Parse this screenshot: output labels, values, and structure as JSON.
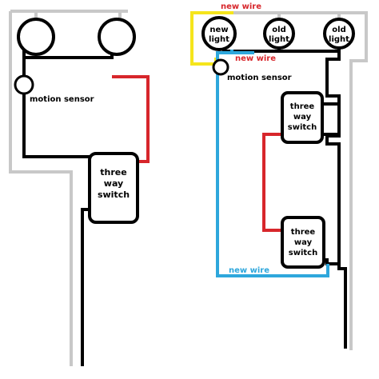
{
  "colors": {
    "black_wire": "#000000",
    "red_wire": "#d7262b",
    "white_wire": "#c8c8c8",
    "yellow_wire": "#f5e51c",
    "blue_wire": "#2ea7dc"
  },
  "left_diagram": {
    "motion_sensor_label": "motion sensor",
    "switch_label": [
      "three",
      "way",
      "switch"
    ]
  },
  "right_diagram": {
    "new_wire_top_label": "new wire",
    "new_wire_side_label": "new wire",
    "new_wire_bottom_label": "new wire",
    "new_light_label": [
      "new",
      "light"
    ],
    "old_light_1_label": [
      "old",
      "light"
    ],
    "old_light_2_label": [
      "old",
      "light"
    ],
    "motion_sensor_label": "motion sensor",
    "switch_upper_label": [
      "three",
      "way",
      "switch"
    ],
    "switch_lower_label": [
      "three",
      "way",
      "switch"
    ]
  }
}
